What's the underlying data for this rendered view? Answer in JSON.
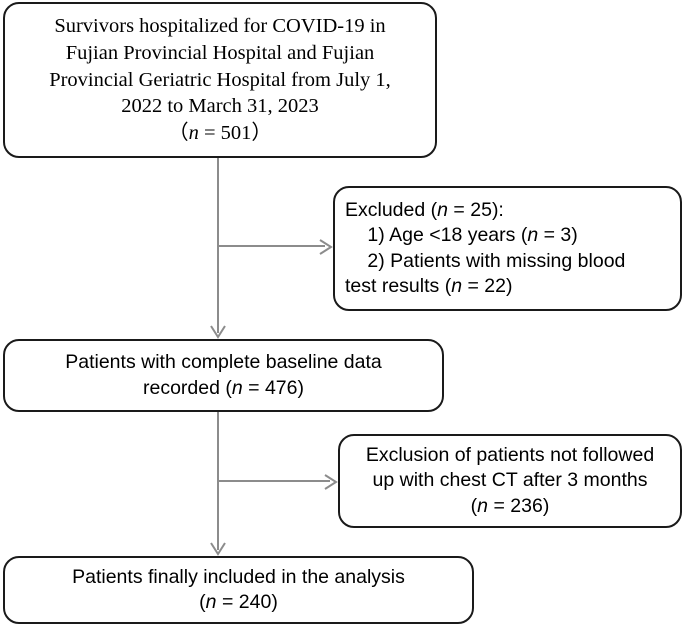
{
  "diagram": {
    "title": "COVID-19 survivor cohort participant flow diagram",
    "type": "flowchart",
    "background_color": "#ffffff",
    "box_border_color": "#1a1a1a",
    "connector_color": "#8c8c8c",
    "text_color": "#000000"
  },
  "nodes": {
    "source": {
      "id": "n1",
      "lines": [
        "Survivors hospitalized for COVID-19 in",
        "Fujian Provincial Hospital and Fujian",
        "Provincial Geriatric Hospital from July 1,",
        "2022 to March 31, 2023"
      ],
      "count_prefix": "（",
      "count_var": "n",
      "count_eq": " = ",
      "count_value": "501",
      "count_suffix": "）",
      "n_value": 501
    },
    "excluded_1": {
      "id": "n2",
      "header": "Excluded (",
      "header_var": "n",
      "header_eq": " = ",
      "header_value": "25",
      "header_suffix": "):",
      "n_value": 25,
      "items": [
        {
          "label": "1) Age <18 years (",
          "var": "n",
          "eq": " = ",
          "value": "3",
          "suffix": ")",
          "n_value": 3
        },
        {
          "label": "2) Patients with missing blood",
          "wrap": "test results (",
          "var": "n",
          "eq": " = ",
          "value": "22",
          "suffix": ")",
          "n_value": 22
        }
      ]
    },
    "baseline": {
      "id": "n3",
      "line1": "Patients with complete baseline data",
      "line2_prefix": "recorded  (",
      "line2_var": "n",
      "line2_eq": " = ",
      "line2_value": "476",
      "line2_suffix": ")",
      "n_value": 476
    },
    "excluded_2": {
      "id": "n4",
      "line1": "Exclusion of patients not followed",
      "line2": "up with chest CT after 3 months",
      "line3_prefix": "(",
      "line3_var": "n",
      "line3_eq": " = ",
      "line3_value": "236",
      "line3_suffix": ")",
      "n_value": 236
    },
    "final": {
      "id": "n5",
      "line1": "Patients finally included in the analysis",
      "line2_prefix": "(",
      "line2_var": "n",
      "line2_eq": " = ",
      "line2_value": "240",
      "line2_suffix": ")",
      "n_value": 240
    }
  },
  "connectors": [
    {
      "name": "source-to-baseline",
      "from": "source",
      "to": "baseline",
      "direction": "down"
    },
    {
      "name": "source-to-excluded-1",
      "from": "source",
      "to": "excluded_1",
      "direction": "right"
    },
    {
      "name": "baseline-to-final",
      "from": "baseline",
      "to": "final",
      "direction": "down"
    },
    {
      "name": "baseline-to-excluded-2",
      "from": "baseline",
      "to": "excluded_2",
      "direction": "right"
    }
  ]
}
